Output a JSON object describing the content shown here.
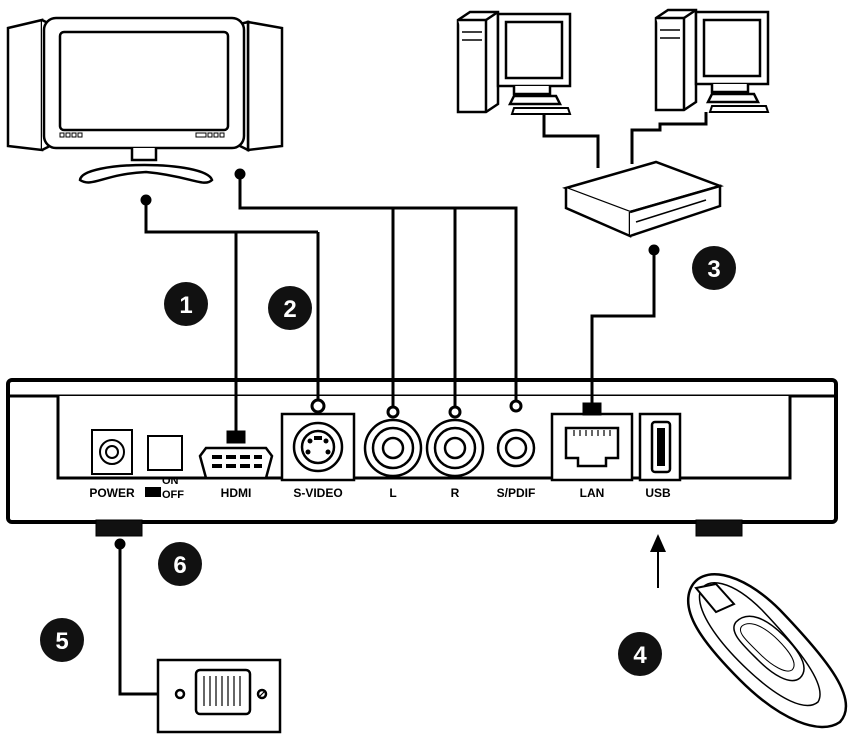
{
  "ports": {
    "power": "POWER",
    "hdmi": "HDMI",
    "svideo": "S-VIDEO",
    "audio_l": "L",
    "audio_r": "R",
    "spdif": "S/PDIF",
    "lan": "LAN",
    "usb": "USB"
  },
  "power_switch": {
    "on": "ON",
    "off": "OFF"
  },
  "callouts": {
    "c1": "1",
    "c2": "2",
    "c3": "3",
    "c4": "4",
    "c5": "5",
    "c6": "6"
  },
  "colors": {
    "line": "#000000",
    "background": "#ffffff",
    "callout_fill": "#111111"
  }
}
